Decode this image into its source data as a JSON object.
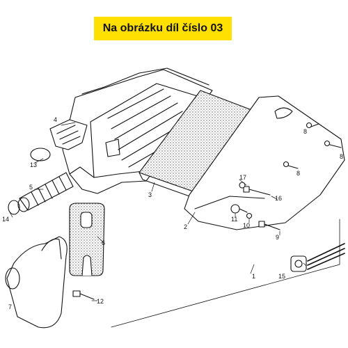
{
  "banner": {
    "text": "Na obrázku díl číslo 03"
  },
  "callouts": {
    "c1": "1",
    "c2": "2",
    "c3": "3",
    "c4": "4",
    "c5": "5",
    "c6": "6",
    "c7": "7",
    "c8a": "8",
    "c8b": "8",
    "c8c": "8",
    "c9": "9",
    "c10": "10",
    "c11": "11",
    "c12": "12",
    "c13": "13",
    "c14": "14",
    "c15": "15",
    "c16": "16",
    "c17": "17"
  },
  "colors": {
    "banner": "#ffe000",
    "line": "#111111",
    "foam": "#cfcfcf"
  }
}
